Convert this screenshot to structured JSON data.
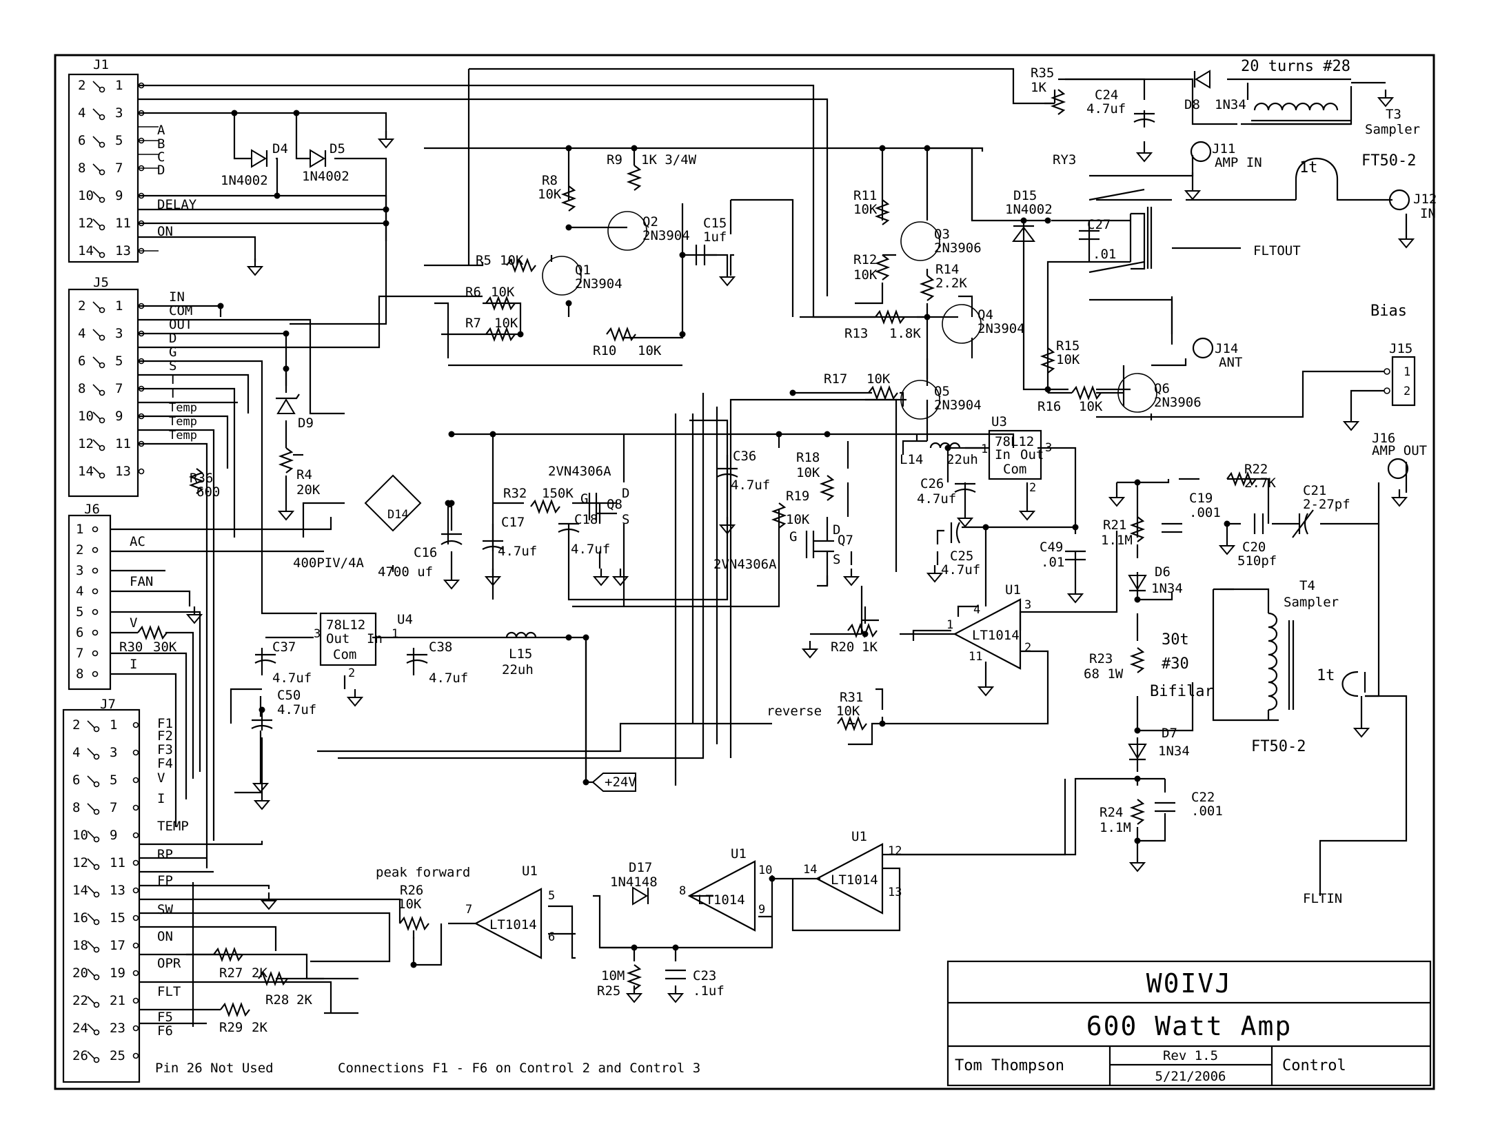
{
  "title_block": {
    "callsign": "W0IVJ",
    "project": "600 Watt Amp",
    "author": "Tom Thompson",
    "revision": "Rev 1.5",
    "date": "5/21/2006",
    "sheet": "Control"
  },
  "notes": {
    "pin26": "Pin 26  Not Used",
    "connections": "Connections F1 - F6 on Control 2 and Control 3",
    "peak_forward": "peak forward",
    "reverse": "reverse",
    "turns20": "20 turns #28",
    "bifilar_turns": "30t",
    "bifilar_wire": "#30",
    "bifilar": "Bifilar",
    "bias": "Bias",
    "supply": "+24V",
    "fltout": "FLTOUT",
    "fltin": "FLTIN"
  },
  "j1": {
    "ref": "J1",
    "pins": [
      {
        "l": "2",
        "r": "1"
      },
      {
        "l": "4",
        "r": "3"
      },
      {
        "l": "6",
        "r": "5"
      },
      {
        "l": "8",
        "r": "7"
      },
      {
        "l": "10",
        "r": "9"
      },
      {
        "l": "12",
        "r": "11"
      },
      {
        "l": "14",
        "r": "13"
      }
    ],
    "signals": [
      "A",
      "B",
      "C",
      "D",
      "DELAY",
      "ON"
    ]
  },
  "j5": {
    "ref": "J5",
    "pins": [
      {
        "l": "2",
        "r": "1"
      },
      {
        "l": "4",
        "r": "3"
      },
      {
        "l": "6",
        "r": "5"
      },
      {
        "l": "8",
        "r": "7"
      },
      {
        "l": "10",
        "r": "9"
      },
      {
        "l": "12",
        "r": "11"
      },
      {
        "l": "14",
        "r": "13"
      }
    ],
    "signals": [
      "IN",
      "COM",
      "OUT",
      "D",
      "G",
      "S",
      "T",
      "T",
      "Temp",
      "Temp",
      "Temp"
    ]
  },
  "j6": {
    "ref": "J6",
    "pins": [
      "1",
      "2",
      "3",
      "4",
      "5",
      "6",
      "7",
      "8"
    ],
    "signals": [
      "AC",
      "FAN",
      "V",
      "I"
    ]
  },
  "j7": {
    "ref": "J7",
    "pins": [
      {
        "l": "2",
        "r": "1"
      },
      {
        "l": "4",
        "r": "3"
      },
      {
        "l": "6",
        "r": "5"
      },
      {
        "l": "8",
        "r": "7"
      },
      {
        "l": "10",
        "r": "9"
      },
      {
        "l": "12",
        "r": "11"
      },
      {
        "l": "14",
        "r": "13"
      },
      {
        "l": "16",
        "r": "15"
      },
      {
        "l": "18",
        "r": "17"
      },
      {
        "l": "20",
        "r": "19"
      },
      {
        "l": "22",
        "r": "21"
      },
      {
        "l": "24",
        "r": "23"
      },
      {
        "l": "26",
        "r": "25"
      }
    ],
    "signals": [
      "F1",
      "F2",
      "F3",
      "F4",
      "V",
      "I",
      "TEMP",
      "RP",
      "FP",
      "SW",
      "ON",
      "OPR",
      "FLT",
      "F5",
      "F6"
    ]
  },
  "j15": {
    "ref": "J15",
    "pins": [
      "1",
      "2"
    ]
  },
  "jacks": [
    {
      "ref": "J11",
      "label": "AMP IN"
    },
    {
      "ref": "J12",
      "label": "IN"
    },
    {
      "ref": "J14",
      "label": "ANT"
    },
    {
      "ref": "J16",
      "label": "AMP OUT"
    }
  ],
  "components": {
    "D4": {
      "ref": "D4",
      "value": "1N4002"
    },
    "D5": {
      "ref": "D5",
      "value": "1N4002"
    },
    "D9": {
      "ref": "D9"
    },
    "R4": {
      "ref": "R4",
      "value": "20K"
    },
    "D14": {
      "ref": "D14",
      "value": "400PIV/4A"
    },
    "C16": {
      "ref": "C16",
      "value": "4700 uf"
    },
    "R36": {
      "ref": "R36",
      "value": "600"
    },
    "R30": {
      "ref": "R30",
      "value": "30K"
    },
    "U4": {
      "ref": "U4",
      "value": "78L12",
      "in": "In",
      "out": "Out",
      "com": "Com"
    },
    "C37": {
      "ref": "C37",
      "value": "4.7uf"
    },
    "C38": {
      "ref": "C38",
      "value": "4.7uf"
    },
    "C50": {
      "ref": "C50",
      "value": "4.7uf"
    },
    "L15": {
      "ref": "L15",
      "value": "22uh"
    },
    "R5": {
      "ref": "R5",
      "value": "10K"
    },
    "R6": {
      "ref": "R6",
      "value": "10K"
    },
    "R7": {
      "ref": "R7",
      "value": "10K"
    },
    "R8": {
      "ref": "R8",
      "value": "10K"
    },
    "R9": {
      "ref": "R9",
      "value": "1K 3/4W"
    },
    "R10": {
      "ref": "R10",
      "value": "10K"
    },
    "Q1": {
      "ref": "Q1",
      "value": "2N3904"
    },
    "Q2": {
      "ref": "Q2",
      "value": "2N3904"
    },
    "C15": {
      "ref": "C15",
      "value": "1uf"
    },
    "R32": {
      "ref": "R32",
      "value": "150K"
    },
    "C17": {
      "ref": "C17",
      "value": "4.7uf"
    },
    "C18": {
      "ref": "C18",
      "value": "4.7uf"
    },
    "Q8": {
      "ref": "Q8",
      "value": "2VN4306A"
    },
    "C36": {
      "ref": "C36",
      "value": "4.7uf"
    },
    "R18": {
      "ref": "R18",
      "value": "10K"
    },
    "R19": {
      "ref": "R19",
      "value": "10K"
    },
    "Q7": {
      "ref": "Q7",
      "value": "2VN4306A"
    },
    "R35": {
      "ref": "R35",
      "value": "1K"
    },
    "C24": {
      "ref": "C24",
      "value": "4.7uf"
    },
    "D8": {
      "ref": "D8",
      "value": "1N34"
    },
    "T3": {
      "ref": "T3",
      "value": "Sampler"
    },
    "RY3": {
      "ref": "RY3"
    },
    "R11": {
      "ref": "R11",
      "value": "10K"
    },
    "R12": {
      "ref": "R12",
      "value": "10K"
    },
    "R13": {
      "ref": "R13",
      "value": "1.8K"
    },
    "R14": {
      "ref": "R14",
      "value": "2.2K"
    },
    "Q3": {
      "ref": "Q3",
      "value": "2N3906"
    },
    "Q4": {
      "ref": "Q4",
      "value": "2N3904"
    },
    "Q5": {
      "ref": "Q5",
      "value": "2N3904"
    },
    "R17": {
      "ref": "R17",
      "value": "10K"
    },
    "D15": {
      "ref": "D15",
      "value": "1N4002"
    },
    "C27": {
      "ref": "C27",
      "value": ".01"
    },
    "FT1": {
      "ref": "FT50-2",
      "turns": "1t"
    },
    "R15": {
      "ref": "R15",
      "value": "10K"
    },
    "R16": {
      "ref": "R16",
      "value": "10K"
    },
    "Q6": {
      "ref": "Q6",
      "value": "2N3906"
    },
    "L14": {
      "ref": "L14",
      "value": "22uh"
    },
    "C26": {
      "ref": "C26",
      "value": "4.7uf"
    },
    "U3": {
      "ref": "U3",
      "value": "78L12",
      "in": "In",
      "out": "Out",
      "com": "Com"
    },
    "C25": {
      "ref": "C25",
      "value": "4.7uf"
    },
    "C49": {
      "ref": "C49",
      "value": ".01"
    },
    "R20": {
      "ref": "R20",
      "value": "1K"
    },
    "R31": {
      "ref": "R31",
      "value": "10K"
    },
    "U1": {
      "ref": "U1",
      "value": "LT1014"
    },
    "R22": {
      "ref": "R22",
      "value": "2.7K"
    },
    "C21": {
      "ref": "C21",
      "value": "2-27pf"
    },
    "C19": {
      "ref": "C19",
      "value": ".001"
    },
    "R21": {
      "ref": "R21",
      "value": "1.1M"
    },
    "C20": {
      "ref": "C20",
      "value": "510pf"
    },
    "D6": {
      "ref": "D6",
      "value": "1N34"
    },
    "T4": {
      "ref": "T4",
      "value": "Sampler"
    },
    "R23": {
      "ref": "R23",
      "value": "68 1W"
    },
    "FT2": {
      "ref": "FT50-2",
      "turns": "1t"
    },
    "D7": {
      "ref": "D7",
      "value": "1N34"
    },
    "R24": {
      "ref": "R24",
      "value": "1.1M"
    },
    "C22": {
      "ref": "C22",
      "value": ".001"
    },
    "R26": {
      "ref": "R26",
      "value": "10K"
    },
    "D17": {
      "ref": "D17",
      "value": "1N4148"
    },
    "R25": {
      "ref": "R25",
      "value": "10M"
    },
    "C23": {
      "ref": "C23",
      "value": ".1uf"
    },
    "R27": {
      "ref": "R27",
      "value": "2K"
    },
    "R28": {
      "ref": "R28",
      "value": "2K"
    },
    "R29": {
      "ref": "R29",
      "value": "2K"
    }
  },
  "pin_labels": {
    "u1_a": {
      "p1": "1",
      "p2": "2",
      "p3": "3",
      "p4": "4",
      "p11": "11"
    },
    "u1_b": {
      "p5": "5",
      "p6": "6",
      "p7": "7"
    },
    "u1_c": {
      "p8": "8",
      "p9": "9",
      "p10": "10"
    },
    "u1_d": {
      "p12": "12",
      "p13": "13",
      "p14": "14"
    },
    "u4": {
      "p1": "1",
      "p2": "2",
      "p3": "3"
    },
    "u3": {
      "p1": "1",
      "p2": "2",
      "p3": "3"
    },
    "fet": {
      "d": "D",
      "g": "G",
      "s": "S"
    }
  }
}
